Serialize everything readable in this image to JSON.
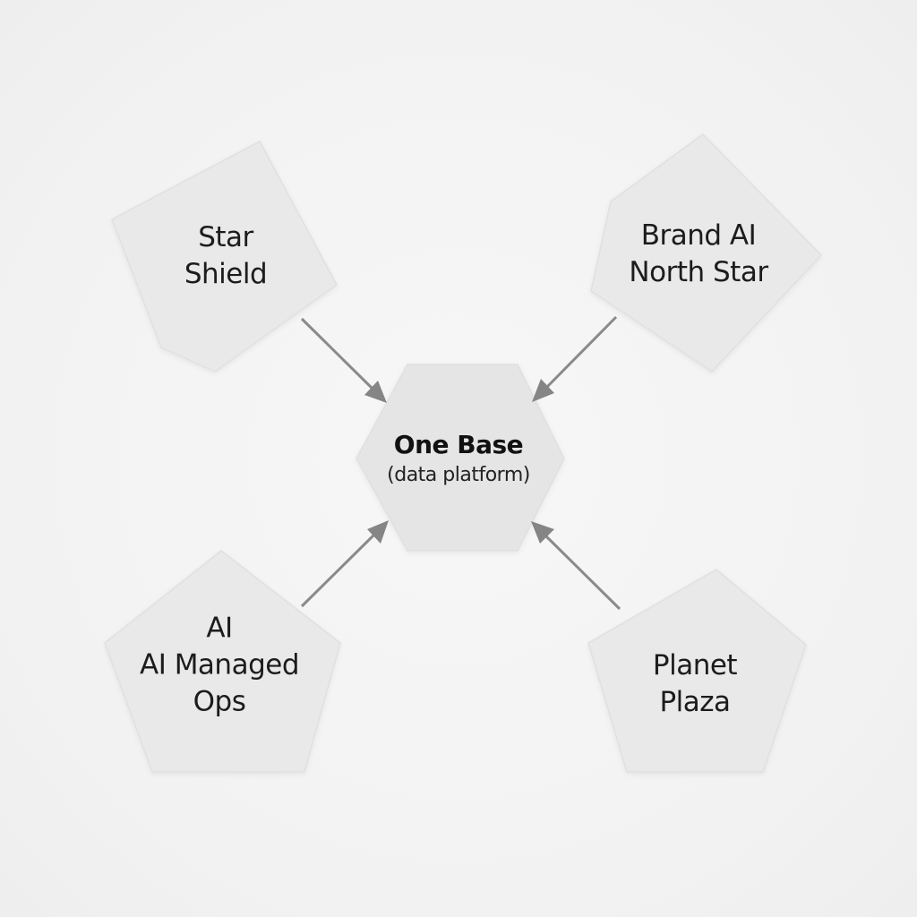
{
  "nodes": {
    "star_shield": {
      "lines": [
        "Star",
        "Shield"
      ]
    },
    "brand_ai": {
      "lines": [
        "Brand AI",
        "North Star"
      ]
    },
    "hub": {
      "title": "One Base",
      "subtitle": "(data platform)"
    },
    "ai_ops": {
      "lines": [
        "AI",
        "AI Managed",
        "Ops"
      ]
    },
    "planet_plaza": {
      "lines": [
        "Planet",
        "Plaza"
      ]
    }
  },
  "edges": [
    {
      "from": "star_shield",
      "to": "hub"
    },
    {
      "from": "brand_ai",
      "to": "hub"
    },
    {
      "from": "ai_ops",
      "to": "hub"
    },
    {
      "from": "planet_plaza",
      "to": "hub"
    }
  ],
  "colors": {
    "node_fill": "#e9e9e9",
    "arrow": "#858585",
    "text": "#1c1c1c",
    "background": "#f4f4f4"
  }
}
